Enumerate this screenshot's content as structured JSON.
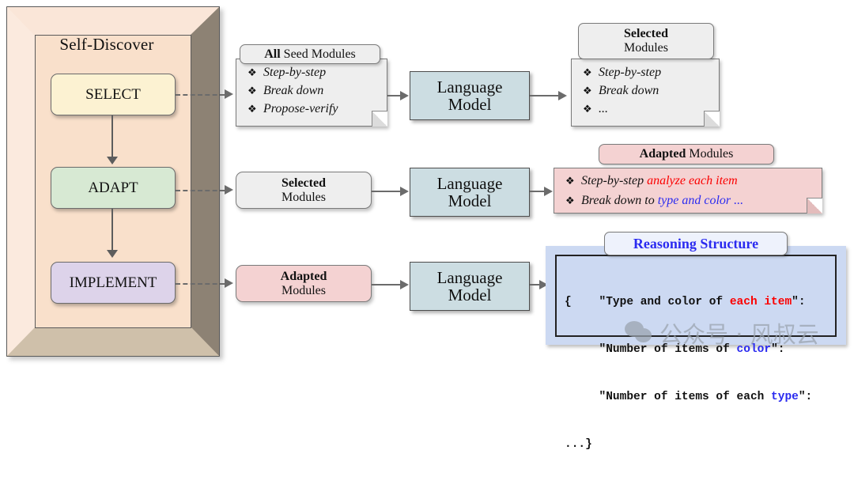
{
  "framework": {
    "title": "Self-Discover",
    "stages": [
      {
        "label": "SELECT",
        "color": "#fcf2d2"
      },
      {
        "label": "ADAPT",
        "color": "#d7e9d3"
      },
      {
        "label": "IMPLEMENT",
        "color": "#ddd3ea"
      }
    ]
  },
  "row1": {
    "input_note": {
      "title_bold": "All",
      "title_rest": " Seed Modules",
      "bullet_glyph": "❖",
      "items": [
        "Step-by-step",
        "Break down",
        "Propose-verify"
      ]
    },
    "model": {
      "line1": "Language",
      "line2": "Model"
    },
    "output_note": {
      "title_bold": "Selected",
      "title_rest": "Modules",
      "bullet_glyph": "❖",
      "items": [
        "Step-by-step",
        "Break down",
        "..."
      ]
    }
  },
  "row2": {
    "input_box": {
      "line1_bold": "Selected",
      "line2": "Modules"
    },
    "model": {
      "line1": "Language",
      "line2": "Model"
    },
    "output_note": {
      "title_bold": "Adapted",
      "title_rest": " Modules",
      "bullet_glyph": "❖",
      "items": [
        {
          "plain": "Step-by-step ",
          "accent": "analyze each item",
          "accent_color": "#fb0000"
        },
        {
          "plain": "Break down to ",
          "accent": "type and color ...",
          "accent_color": "#2b2bf0"
        }
      ]
    }
  },
  "row3": {
    "input_box": {
      "line1_bold": "Adapted",
      "line2": "Modules"
    },
    "model": {
      "line1": "Language",
      "line2": "Model"
    },
    "output_panel": {
      "title": "Reasoning Structure",
      "code_lines": [
        {
          "segments": [
            {
              "t": "{    \"Type and color of "
            },
            {
              "t": "each item",
              "c": "#fb0000"
            },
            {
              "t": "\":"
            }
          ]
        },
        {
          "segments": [
            {
              "t": "     \"Number of items of "
            },
            {
              "t": "color",
              "c": "#2b2bf0"
            },
            {
              "t": "\":"
            }
          ]
        },
        {
          "segments": [
            {
              "t": "     \"Number of items of each "
            },
            {
              "t": "type",
              "c": "#2b2bf0"
            },
            {
              "t": "\":"
            }
          ]
        },
        {
          "segments": [
            {
              "t": "...}"
            }
          ]
        }
      ]
    }
  },
  "watermark": {
    "text": "公众号 · 风叔云",
    "icon": "wechat-icon"
  }
}
